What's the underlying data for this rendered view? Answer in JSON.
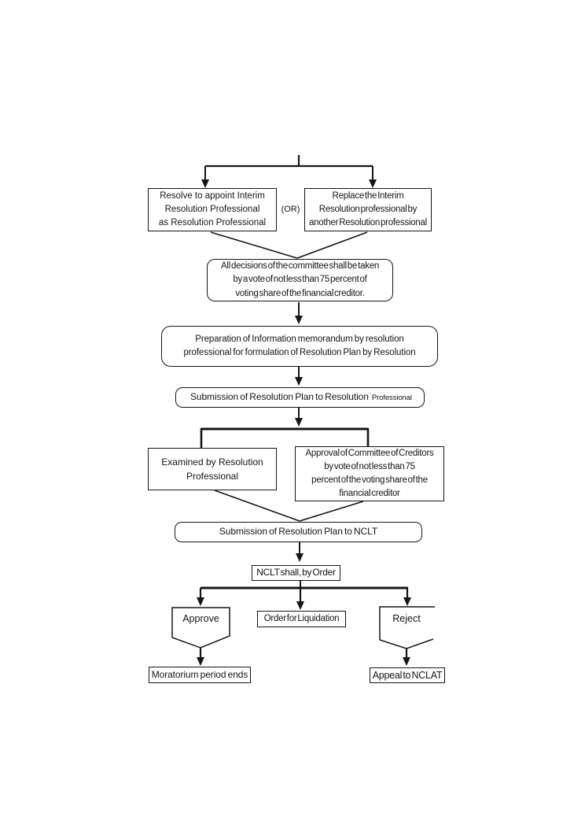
{
  "colors": {
    "stroke": "#161616",
    "background": "#ffffff",
    "text": "#161616"
  },
  "connector_labels": {
    "or": "(OR)"
  },
  "nodes": {
    "appoint": {
      "lines": [
        "Resolve to appoint Interim",
        "Resolution Professional",
        "as Resolution Professional"
      ]
    },
    "replace": {
      "lines": [
        "Replace the Interim",
        "Resolution professional by",
        "another Resolution professional"
      ]
    },
    "decisions": {
      "lines": [
        "All decisions of the committee shall be taken",
        "by a vote of not less than 75 percent of",
        "voting share of the financial creditor."
      ]
    },
    "preparation": {
      "lines": [
        "Preparation of Information memorandum by resolution",
        "professional for formulation of Resolution Plan by Resolution"
      ]
    },
    "submission_rp": {
      "text": "Submission of Resolution Plan to Resolution",
      "suffix": "Professional"
    },
    "examined": {
      "lines": [
        "Examined by Resolution",
        "Professional"
      ]
    },
    "approval": {
      "lines": [
        "Approval of Committee of Creditors",
        "by vote of not less than 75",
        "percent of the voting share of the",
        "financial creditor"
      ]
    },
    "submission_nclt": {
      "text": "Submission of Resolution Plan to NCLT"
    },
    "nclt_order": {
      "text": "NCLT shall, by Order"
    },
    "approve": {
      "text": "Approve"
    },
    "liquidation": {
      "text": "Order for Liquidation"
    },
    "reject": {
      "text": "Reject"
    },
    "moratorium": {
      "text": "Moratorium period ends"
    },
    "appeal": {
      "text": "Appeal to NCLAT"
    }
  }
}
